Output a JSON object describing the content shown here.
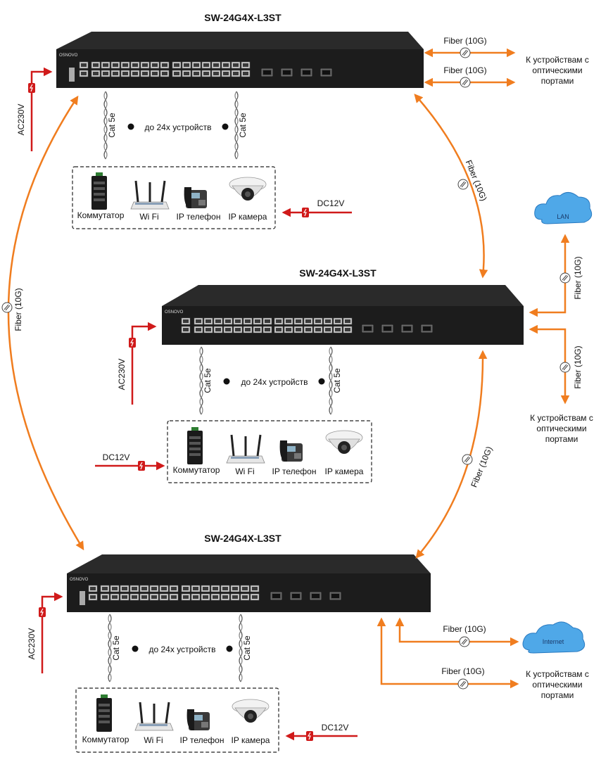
{
  "colors": {
    "fiber": "#f07d1f",
    "power": "#d01a1a",
    "switch_body": "#1c1c1c",
    "cloud": "#4fa8e8"
  },
  "switches": [
    {
      "title": "SW-24G4X-L3ST",
      "brand": "OSNOVO"
    },
    {
      "title": "SW-24G4X-L3ST",
      "brand": "OSNOVO"
    },
    {
      "title": "SW-24G4X-L3ST",
      "brand": "OSNOVO"
    }
  ],
  "labels": {
    "fiber": "Fiber (10G)",
    "cat": "Cat 5e",
    "devices_count": "до 24х устройств",
    "ac": "AC230V",
    "dc": "DC12V",
    "optical_1": "К устройствам с",
    "optical_2": "оптическими",
    "optical_3": "портами",
    "lan": "LAN",
    "internet": "Internet"
  },
  "devices": [
    "Коммутатор",
    "Wi Fi",
    "IP телефон",
    "IP камера"
  ]
}
